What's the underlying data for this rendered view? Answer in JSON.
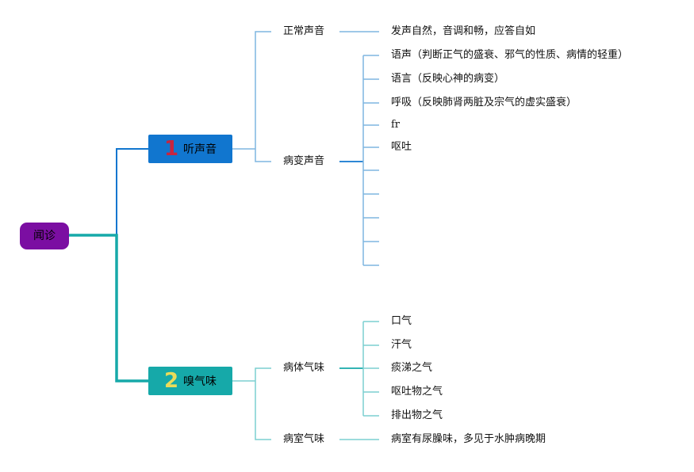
{
  "root": {
    "label": "闻诊"
  },
  "branches": [
    {
      "number": "1",
      "label": "听声音",
      "children": [
        {
          "label": "正常声音",
          "items": [
            "发声自然，音调和畅，应答自如"
          ]
        },
        {
          "label": "病变声音",
          "items": [
            "语声（判断正气的盛衰、邪气的性质、病情的轻重）",
            "语言（反映心神的病变）",
            "呼吸（反映肺肾两脏及宗气的虚实盛衰）",
            "fr",
            "呕吐",
            "",
            "",
            "",
            "",
            ""
          ]
        }
      ]
    },
    {
      "number": "2",
      "label": "嗅气味",
      "children": [
        {
          "label": "病体气味",
          "items": [
            "口气",
            "汗气",
            "痰涕之气",
            "呕吐物之气",
            "排出物之气"
          ]
        },
        {
          "label": "病室气味",
          "items": [
            "病室有尿臊味，多见于水肿病晚期"
          ]
        }
      ]
    }
  ],
  "colors": {
    "root": "#7b0ea2",
    "branch1": "#1176cf",
    "branch2": "#16a9a9",
    "branch1_lines": "#7fb6e0",
    "branch2_lines": "#7ccfd0"
  }
}
